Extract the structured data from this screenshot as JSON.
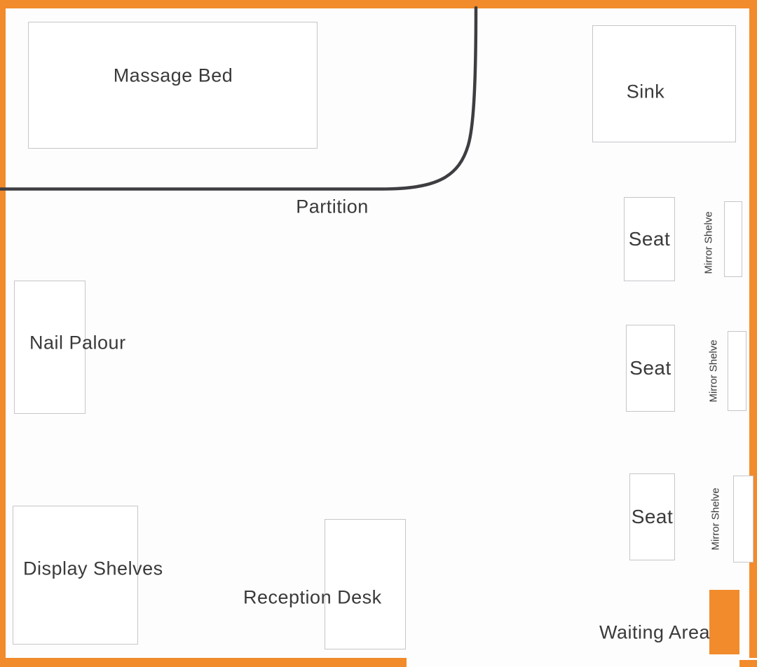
{
  "floor_plan": {
    "rooms": {
      "massage_bed": {
        "label": "Massage Bed"
      },
      "sink": {
        "label": "Sink"
      },
      "nail_parlour": {
        "label": "Nail Palour"
      },
      "display_shelves": {
        "label": "Display Shelves"
      },
      "reception_desk": {
        "label": "Reception Desk"
      },
      "waiting_area": {
        "label": "Waiting Area"
      },
      "partition": {
        "label": "Partition"
      }
    },
    "seats": [
      {
        "label": "Seat"
      },
      {
        "label": "Seat"
      },
      {
        "label": "Seat"
      }
    ],
    "mirror_shelves": [
      {
        "label": "Mirror Shelve"
      },
      {
        "label": "Mirror Shelve"
      },
      {
        "label": "Mirror Shelve"
      }
    ],
    "colors": {
      "wall": "#F28B2B",
      "partition_line": "#3E3E42",
      "room_outline": "#C6C6CA",
      "label_text": "#3A3A3C"
    }
  }
}
